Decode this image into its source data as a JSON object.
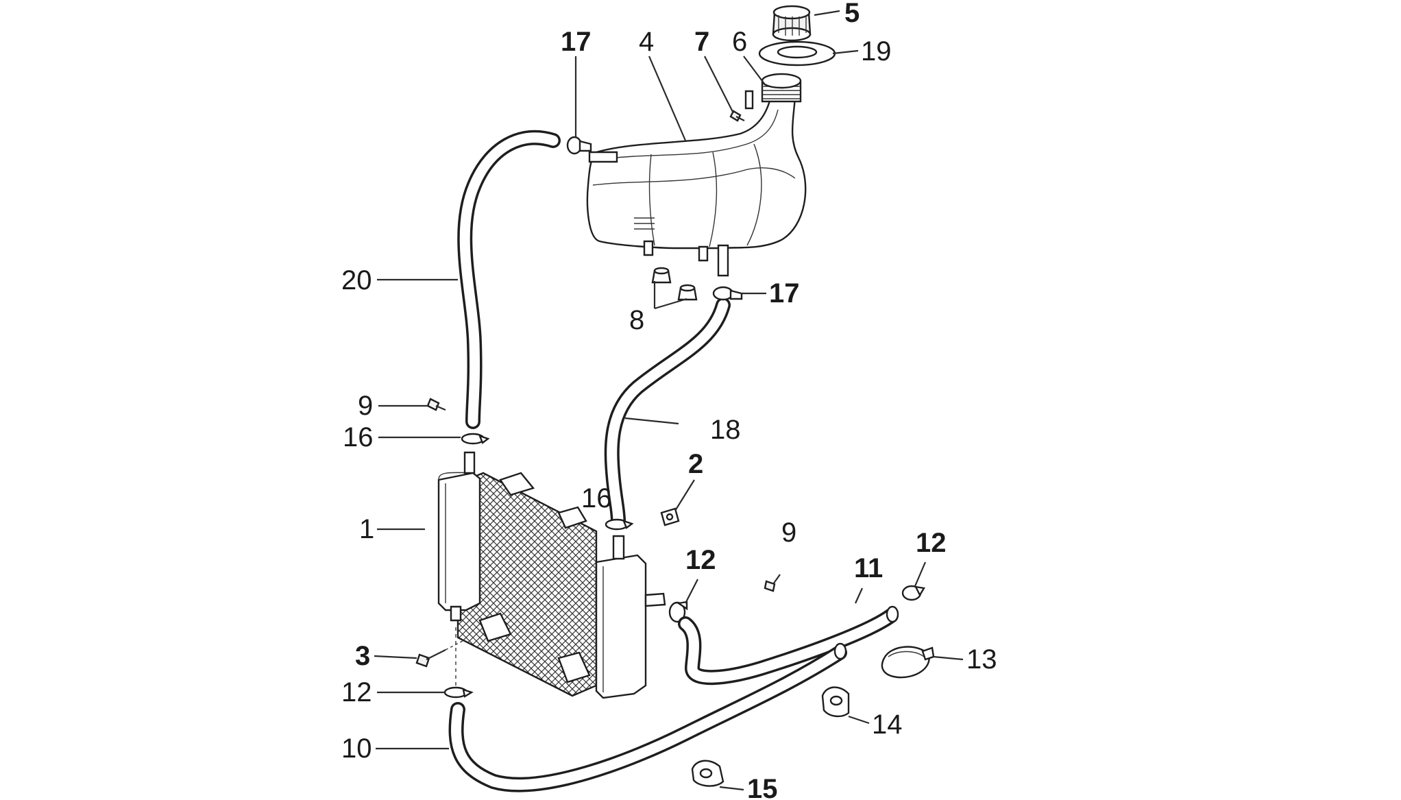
{
  "callouts": [
    {
      "id": "c5",
      "text": "5"
    },
    {
      "id": "c19",
      "text": "19"
    },
    {
      "id": "c17a",
      "text": "17"
    },
    {
      "id": "c4",
      "text": "4"
    },
    {
      "id": "c7",
      "text": "7"
    },
    {
      "id": "c6",
      "text": "6"
    },
    {
      "id": "c20",
      "text": "20"
    },
    {
      "id": "c8",
      "text": "8"
    },
    {
      "id": "c17b",
      "text": "17"
    },
    {
      "id": "c9a",
      "text": "9"
    },
    {
      "id": "c16a",
      "text": "16"
    },
    {
      "id": "c18",
      "text": "18"
    },
    {
      "id": "c2",
      "text": "2"
    },
    {
      "id": "c16b",
      "text": "16"
    },
    {
      "id": "c1",
      "text": "1"
    },
    {
      "id": "c9b",
      "text": "9"
    },
    {
      "id": "c12a",
      "text": "12"
    },
    {
      "id": "c11",
      "text": "11"
    },
    {
      "id": "c12b",
      "text": "12"
    },
    {
      "id": "c13",
      "text": "13"
    },
    {
      "id": "c3",
      "text": "3"
    },
    {
      "id": "c12c",
      "text": "12"
    },
    {
      "id": "c14",
      "text": "14"
    },
    {
      "id": "c10",
      "text": "10"
    },
    {
      "id": "c15",
      "text": "15"
    }
  ]
}
